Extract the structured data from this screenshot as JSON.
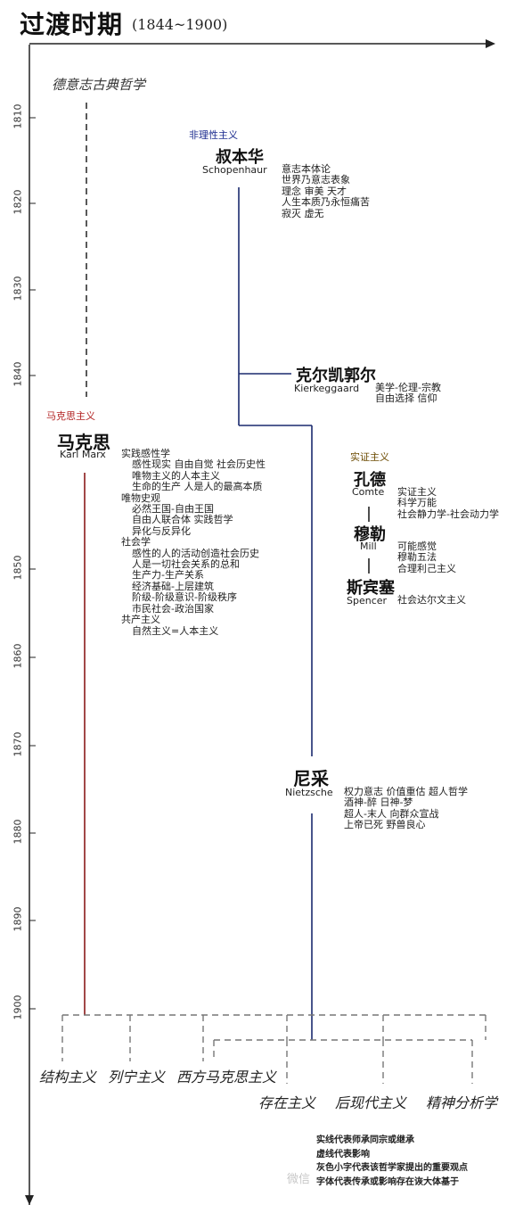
{
  "header": {
    "title": "过渡时期",
    "subtitle": "(1844~1900)"
  },
  "years": [
    "1810",
    "1820",
    "1830",
    "1840",
    "1850",
    "1860",
    "1870",
    "1880",
    "1890",
    "1900"
  ],
  "german_classical": "德意志古典哲学",
  "irrationalism": {
    "school": "非理性主义",
    "schopenhauer": {
      "cn": "叔本华",
      "en": "Schopenhaur",
      "ideas": [
        "意志本体论",
        "世界乃意志表象",
        "理念  审美  天才",
        "人生本质乃永恒痛苦",
        "寂灭  虚无"
      ]
    },
    "kierkegaard": {
      "cn": "克尔凯郭尔",
      "en": "Kierkeggaard",
      "ideas": [
        "美学-伦理-宗教",
        "自由选择  信仰"
      ]
    },
    "nietzsche": {
      "cn": "尼采",
      "en": "Nietzsche",
      "ideas": [
        "权力意志  价值重估  超人哲学",
        "酒神-醉  日神-梦",
        "超人-末人  向群众宣战",
        "上帝已死  野兽良心"
      ]
    }
  },
  "marxism": {
    "school": "马克思主义",
    "cn": "马克思",
    "en": "Karl Marx",
    "ideas": [
      "实践感性学",
      "感性现实  自由自觉  社会历史性",
      "唯物主义的人本主义",
      "生命的生产  人是人的最高本质",
      "唯物史观",
      "必然王国-自由王国",
      "自由人联合体  实践哲学",
      "异化与反异化",
      "社会学",
      "感性的人的活动创造社会历史",
      "人是一切社会关系的总和",
      "生产力-生产关系",
      "经济基础-上层建筑",
      "阶级-阶级意识-阶级秩序",
      "市民社会-政治国家",
      "共产主义",
      "自然主义=人本主义"
    ]
  },
  "positivism": {
    "school": "实证主义",
    "comte": {
      "cn": "孔德",
      "en": "Comte",
      "ideas": [
        "实证主义",
        "科学万能",
        "社会静力学-社会动力学"
      ]
    },
    "mill": {
      "cn": "穆勒",
      "en": "Mill",
      "ideas": [
        "可能感觉",
        "穆勒五法",
        "合理利己主义"
      ]
    },
    "spencer": {
      "cn": "斯宾塞",
      "en": "Spencer",
      "ideas": [
        "社会达尔文主义"
      ]
    }
  },
  "outcomes": [
    "结构主义",
    "列宁主义",
    "西方马克思主义",
    "存在主义",
    "后现代主义",
    "精神分析学"
  ],
  "legend": [
    "实线代表师承同宗或继承",
    "虚线代表影响",
    "灰色小字代表该哲学家提出的重要观点",
    "字体代表传承或影响存在诙大体基于"
  ],
  "watermark": "微信",
  "colors": {
    "marx_line": "#8b1a1a",
    "irr_line": "#1a2a6e",
    "marx_school": "#b22222",
    "irr_school": "#1a2a8e",
    "pos_school": "#6b4a00",
    "dash": "#777777"
  }
}
